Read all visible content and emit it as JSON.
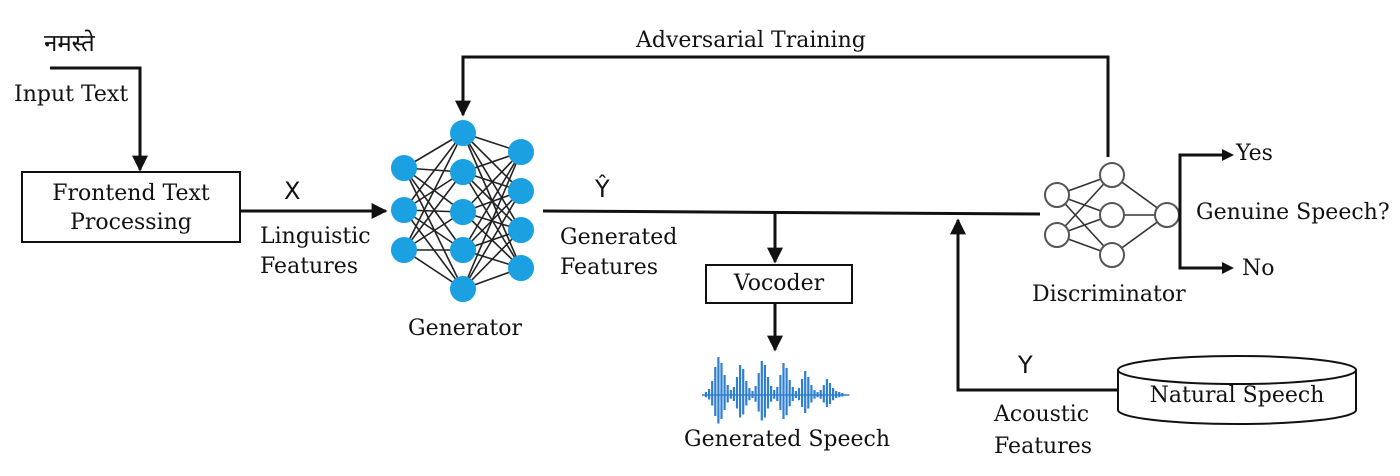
{
  "input": {
    "script_text": "नमस्ते",
    "label": "Input Text"
  },
  "frontend": {
    "line1": "Frontend Text",
    "line2": "Processing"
  },
  "linguistic": {
    "symbol": "X",
    "line1": "Linguistic",
    "line2": "Features"
  },
  "generator": {
    "label": "Generator"
  },
  "generated_features": {
    "symbol": "Ŷ",
    "line1": "Generated",
    "line2": "Features"
  },
  "vocoder": {
    "label": "Vocoder"
  },
  "generated_speech": {
    "label": "Generated Speech"
  },
  "adversarial": {
    "label": "Adversarial Training"
  },
  "discriminator": {
    "label": "Discriminator",
    "question": "Genuine Speech?",
    "yes": "Yes",
    "no": "No"
  },
  "acoustic": {
    "symbol": "Y",
    "line1": "Acoustic",
    "line2": "Features"
  },
  "natural_speech": {
    "label": "Natural Speech"
  },
  "colors": {
    "node_fill": "#1ba1e2",
    "line": "#111111",
    "waveform": "#2f7fd0"
  }
}
